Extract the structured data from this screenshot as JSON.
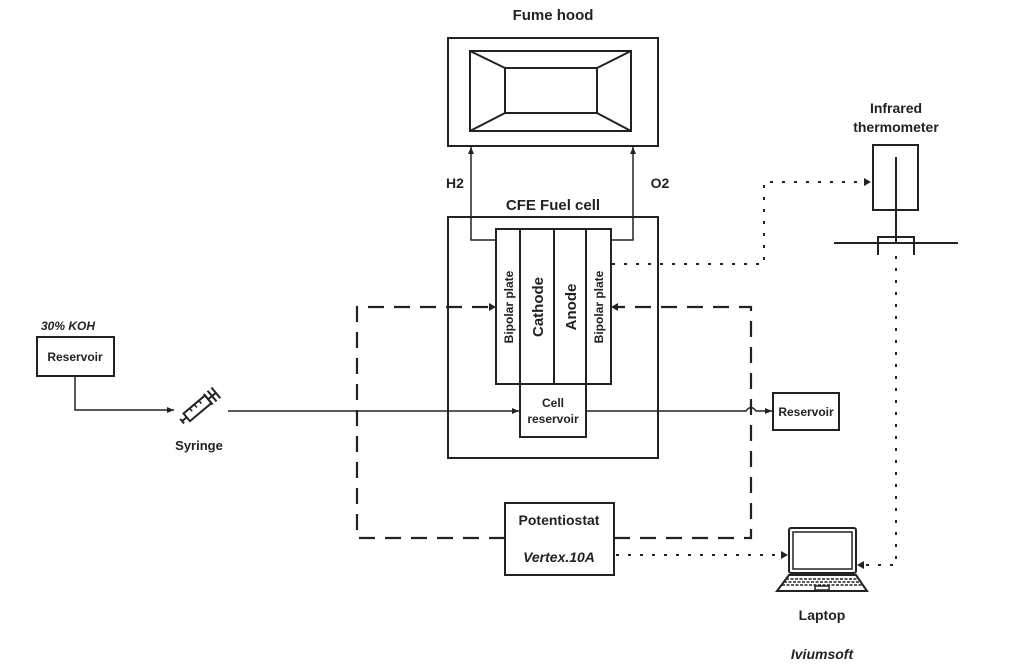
{
  "diagram": {
    "fume_hood": {
      "label": "Fume hood"
    },
    "gas_lines": {
      "h2": "H2",
      "o2": "O2"
    },
    "fuel_cell": {
      "label": "CFE Fuel cell",
      "layers": [
        "Bipolar plate",
        "Cathode",
        "Anode",
        "Bipolar plate"
      ],
      "cell_reservoir": {
        "line1": "Cell",
        "line2": "reservoir"
      }
    },
    "koh_reservoir": {
      "caption": "30% KOH",
      "label": "Reservoir"
    },
    "syringe": {
      "label": "Syringe",
      "icon": "syringe-icon"
    },
    "outlet_reservoir": {
      "label": "Reservoir"
    },
    "thermometer": {
      "line1": "Infrared",
      "line2": "thermometer"
    },
    "potentiostat": {
      "label": "Potentiostat",
      "model": "Vertex.10A"
    },
    "laptop": {
      "label": "Laptop",
      "software": "Iviumsoft",
      "icon": "laptop-icon"
    },
    "colors": {
      "line": "#222222",
      "background": "#ffffff"
    }
  }
}
